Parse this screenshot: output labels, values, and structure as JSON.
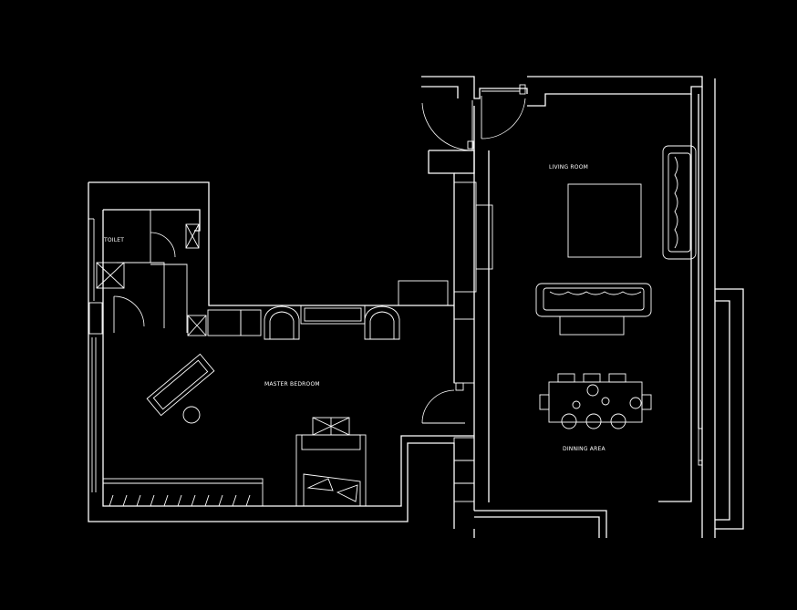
{
  "rooms": {
    "toilet": "TOILET",
    "living_room": "LIVING ROOM",
    "master_bedroom": "MASTER BEDROOM",
    "dining_area": "DINNING AREA"
  },
  "colors": {
    "background": "#000000",
    "lines": "#ffffff"
  }
}
